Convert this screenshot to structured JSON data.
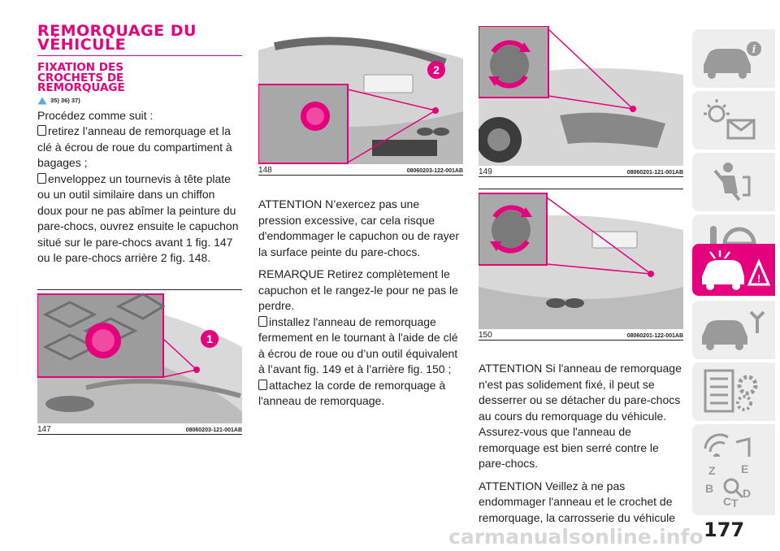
{
  "colors": {
    "accent": "#e5007e",
    "text": "#222222"
  },
  "col1": {
    "title_lines": [
      "REMORQUAGE DU",
      "VÉHICULE"
    ],
    "subtitle_lines": [
      "FIXATION DES",
      "CROCHETS DE",
      "REMORQUAGE"
    ],
    "refs": "35) 36) 37)",
    "intro": "Procédez comme suit :",
    "step1": "retirez l’anneau de remorquage et la clé à écrou de roue du compartiment à bagages ;",
    "step2": "enveloppez un tournevis à tête plate ou un outil similaire dans un chiffon doux pour ne pas abîmer la peinture du pare-chocs, ouvrez ensuite le capuchon situé sur le pare-chocs avant 1 fig. 147 ou le pare-chocs arrière 2 fig. 148.",
    "figure": {
      "number": "147",
      "code": "08060203-121-001AB",
      "callout": "1"
    }
  },
  "col2": {
    "figure": {
      "number": "148",
      "code": "08060203-122-001AB",
      "callout": "2"
    },
    "attention": "ATTENTION N’exercez pas une pression excessive, car cela risque d'endommager le capuchon ou de rayer la surface peinte du pare-chocs.",
    "remarque": "REMARQUE  Retirez complètement le capuchon et le rangez-le pour ne pas le perdre.",
    "step3": "installez l'anneau de remorquage fermement en le tournant à l'aide de clé à écrou de roue ou d’un outil équivalent à l’avant fig. 149 et à l’arrière fig. 150 ;",
    "step4": "attachez la corde de remorquage à l'anneau de remorquage."
  },
  "col3": {
    "figure149": {
      "number": "149",
      "code": "08060201-121-001AB"
    },
    "figure150": {
      "number": "150",
      "code": "08060201-122-001AB"
    },
    "attention1": "ATTENTION Si l'anneau de remorquage n'est pas solidement fixé, il peut se desserrer ou se détacher du pare-chocs au cours du remorquage du véhicule. Assurez-vous que l'anneau de remorquage est bien serré contre le pare-chocs.",
    "attention2": "ATTENTION Veillez à ne pas endommager l'anneau et le crochet de remorquage, la carrosserie du véhicule"
  },
  "sidebar": {
    "icons": [
      "car-info-icon",
      "warning-lights-icon",
      "safety-icon",
      "key-steering-icon",
      "emergency-icon",
      "maintenance-icon",
      "specifications-icon",
      "multimedia-icon",
      "index-icon"
    ],
    "active_index": 4
  },
  "page_number": "177",
  "footer": "carmanualsonline.info"
}
